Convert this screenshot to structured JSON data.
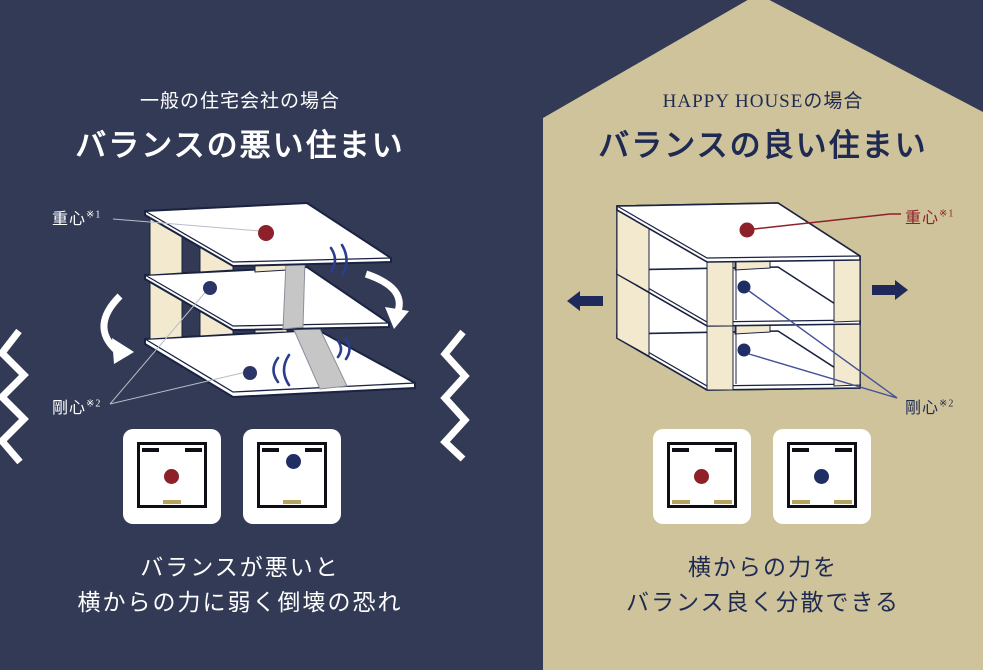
{
  "colors": {
    "background_navy": "#333A55",
    "house_beige": "#CEC39A",
    "gravity_red": "#8D2028",
    "rigidity_blue": "#1F2F66",
    "column_beige": "#F2E9CE",
    "brace_gray": "#C6C6C6",
    "tan_bar": "#B5A35E",
    "text_navy": "#1E2A52",
    "white": "#FFFFFF"
  },
  "left_panel": {
    "subtitle": "一般の住宅会社の場合",
    "title": "バランスの悪い住まい",
    "gravity_label": "重心",
    "gravity_note": "※1",
    "rigidity_label": "剛心",
    "rigidity_note": "※2",
    "caption_line1": "バランスが悪いと",
    "caption_line2": "横からの力に弱く倒壊の恐れ"
  },
  "right_panel": {
    "subtitle": "HAPPY HOUSEの場合",
    "title": "バランスの良い住まい",
    "gravity_label": "重心",
    "gravity_note": "※1",
    "rigidity_label": "剛心",
    "rigidity_note": "※2",
    "caption_line1": "横からの力を",
    "caption_line2": "バランス良く分散できる"
  }
}
